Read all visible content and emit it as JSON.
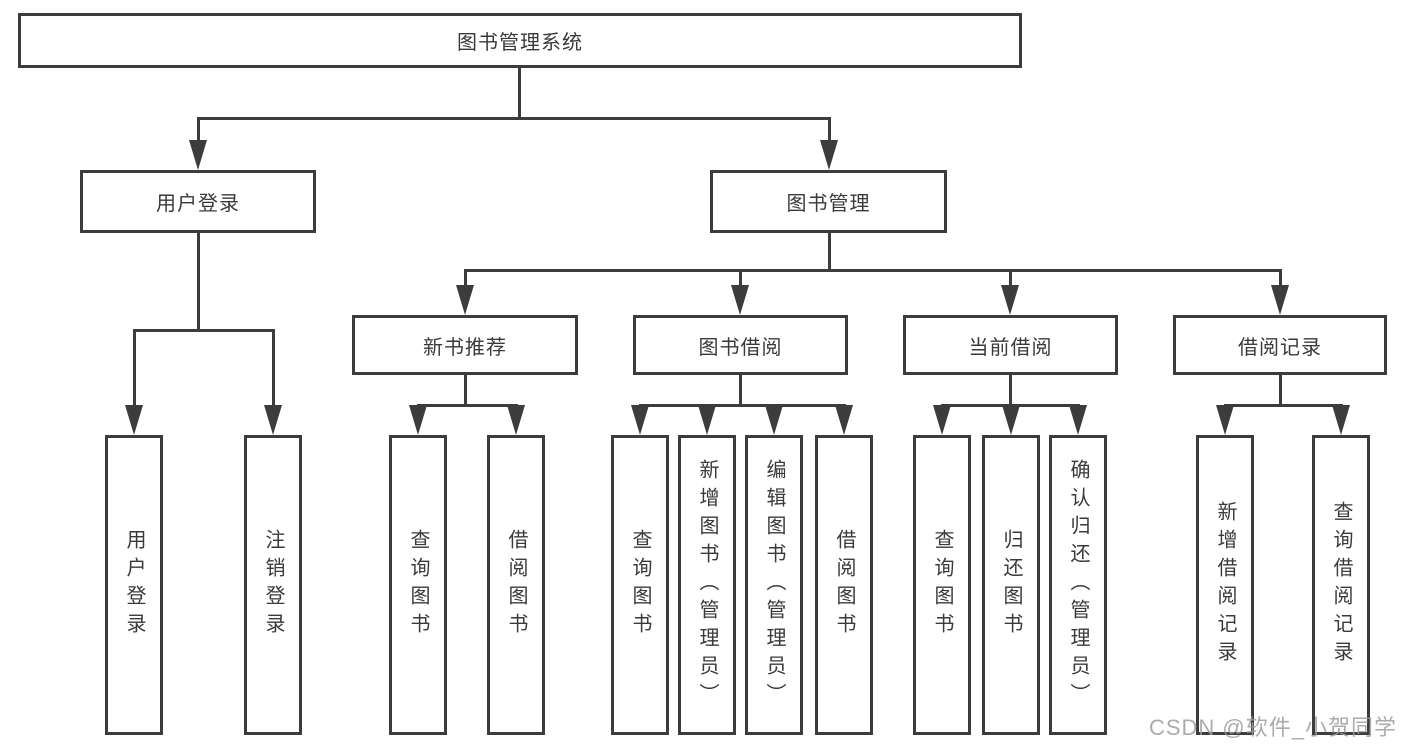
{
  "tree": {
    "label": "图书管理系统",
    "children": [
      {
        "label": "用户登录",
        "children": [
          {
            "label": "用户登录"
          },
          {
            "label": "注销登录"
          }
        ]
      },
      {
        "label": "图书管理",
        "children": [
          {
            "label": "新书推荐",
            "children": [
              {
                "label": "查询图书"
              },
              {
                "label": "借阅图书"
              }
            ]
          },
          {
            "label": "图书借阅",
            "children": [
              {
                "label": "查询图书"
              },
              {
                "label": "新增图书（管理员）"
              },
              {
                "label": "编辑图书（管理员）"
              },
              {
                "label": "借阅图书"
              }
            ]
          },
          {
            "label": "当前借阅",
            "children": [
              {
                "label": "查询图书"
              },
              {
                "label": "归还图书"
              },
              {
                "label": "确认归还（管理员）"
              }
            ]
          },
          {
            "label": "借阅记录",
            "children": [
              {
                "label": "新增借阅记录"
              },
              {
                "label": "查询借阅记录"
              }
            ]
          }
        ]
      }
    ]
  },
  "watermark": {
    "text": "CSDN @软件_小贺同学"
  },
  "colors": {
    "line": "#3c3c3c",
    "text": "#3a3a3a",
    "background": "#ffffff",
    "watermark": "#9d9d9d"
  }
}
